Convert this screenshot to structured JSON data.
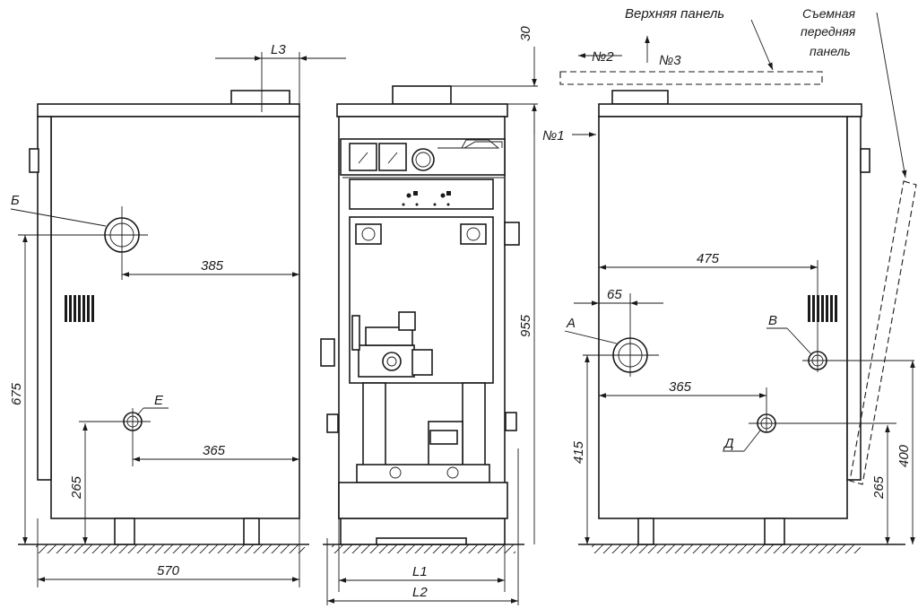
{
  "labels": {
    "top_panel": "Верхняя панель",
    "removable_line1": "Съемная",
    "removable_line2": "передняя",
    "removable_line3": "панель",
    "n1": "№1",
    "n2": "№2",
    "n3": "№3",
    "b": "Б",
    "e": "Е",
    "a": "А",
    "v": "В",
    "d": "Д"
  },
  "dimensions": {
    "l3": "L3",
    "d30": "30",
    "d385": "385",
    "d675": "675",
    "d265_left": "265",
    "d365_left": "365",
    "d570": "570",
    "d955": "955",
    "l1": "L1",
    "l2": "L2",
    "d475": "475",
    "d65": "65",
    "d365_right": "365",
    "d415": "415",
    "d400": "400",
    "d265_right": "265"
  }
}
